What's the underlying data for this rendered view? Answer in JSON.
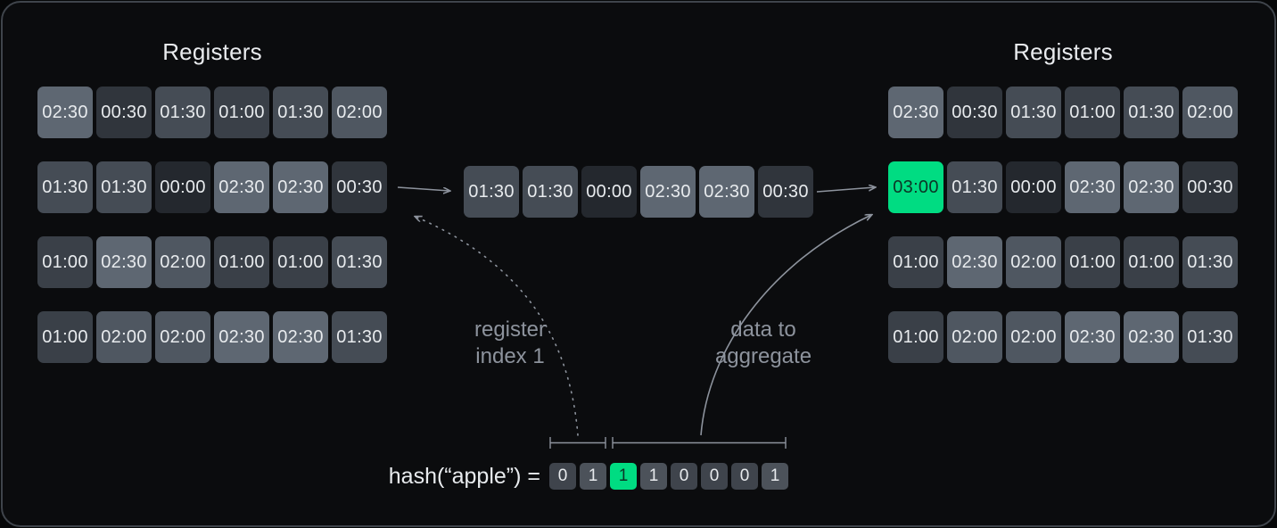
{
  "left_registers": {
    "title": "Registers",
    "rows": [
      [
        "02:30",
        "00:30",
        "01:30",
        "01:00",
        "01:30",
        "02:00"
      ],
      [
        "01:30",
        "01:30",
        "00:00",
        "02:30",
        "02:30",
        "00:30"
      ],
      [
        "01:00",
        "02:30",
        "02:00",
        "01:00",
        "01:00",
        "01:30"
      ],
      [
        "01:00",
        "02:00",
        "02:00",
        "02:30",
        "02:30",
        "01:30"
      ]
    ]
  },
  "incoming_row": [
    "01:30",
    "01:30",
    "00:00",
    "02:30",
    "02:30",
    "00:30"
  ],
  "right_registers": {
    "title": "Registers",
    "rows": [
      [
        "02:30",
        "00:30",
        "01:30",
        "01:00",
        "01:30",
        "02:00"
      ],
      [
        "03:00",
        "01:30",
        "00:00",
        "02:30",
        "02:30",
        "00:30"
      ],
      [
        "01:00",
        "02:30",
        "02:00",
        "01:00",
        "01:00",
        "01:30"
      ],
      [
        "01:00",
        "02:00",
        "02:00",
        "02:30",
        "02:30",
        "01:30"
      ]
    ],
    "highlight": {
      "row": 1,
      "col": 0,
      "value": "03:00"
    }
  },
  "annotations": {
    "register_index": [
      "register",
      "index 1"
    ],
    "data_to_aggregate": [
      "data to",
      "aggregate"
    ]
  },
  "hash": {
    "label": "hash(“apple”) =",
    "bits": [
      "0",
      "1",
      "1",
      "1",
      "0",
      "0",
      "0",
      "1"
    ],
    "highlight_index": 2
  },
  "colors": {
    "accent_green": "#00dc82",
    "green_text": "#0c3526",
    "cell_text": "#e8ebee",
    "muted_text": "#8d939d",
    "arrow": "#8d939d",
    "card_background": "#0b0c0e",
    "card_border": "#3f444b",
    "bit_zero": "#3f444c",
    "bit_one": "#4c525a",
    "value_colors": {
      "00:00": "#24282e",
      "00:30": "#30353c",
      "01:00": "#3a4048",
      "01:30": "#454c55",
      "02:00": "#4f5761",
      "02:30": "#5e6772",
      "03:00": "#00dc82"
    }
  }
}
